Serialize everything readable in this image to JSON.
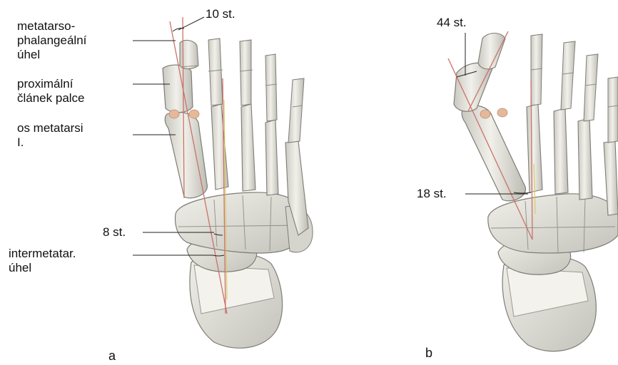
{
  "panel_a": {
    "letter": "a",
    "labels": {
      "mtp_angle_line1": "metatarso-",
      "mtp_angle_line2": "phalangeální",
      "mtp_angle_line3": "úhel",
      "proximal_phalanx_line1": "proximální",
      "proximal_phalanx_line2": "článek palce",
      "metatarsal_line1": "os metatarsi",
      "metatarsal_line2": "I.",
      "intermetatarsal_line1": "intermetatar.",
      "intermetatarsal_line2": "úhel"
    },
    "angles": {
      "mtp": "10 st.",
      "intermetatarsal": "8 st."
    }
  },
  "panel_b": {
    "letter": "b",
    "angles": {
      "mtp": "44 st.",
      "intermetatarsal": "18 st."
    }
  },
  "colors": {
    "bone": "#e9e8e2",
    "bone_shadow": "#b9b8b0",
    "bone_outline": "#7d7c76",
    "sesamoid": "#e6b89a",
    "axis_red": "#c9736a",
    "axis_yellow": "#d8c85a",
    "leader": "#222222"
  }
}
